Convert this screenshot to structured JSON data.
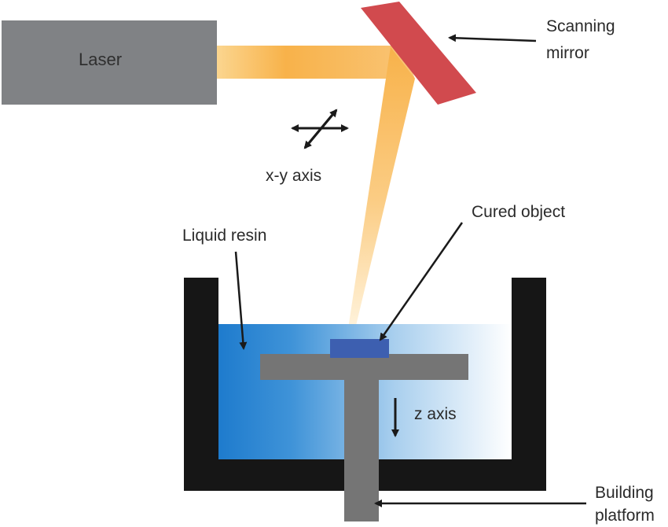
{
  "diagram": {
    "labels": {
      "laser": "Laser",
      "scanning_mirror_line1": "Scanning",
      "scanning_mirror_line2": "mirror",
      "xy_axis": "x-y axis",
      "cured_object": "Cured object",
      "liquid_resin": "Liquid resin",
      "z_axis": "z axis",
      "building_platform_line1": "Building",
      "building_platform_line2": "platform"
    },
    "colors": {
      "laser_box": "#808285",
      "beam_orange": "#f8b24a",
      "beam_pale": "#fde4b5",
      "mirror": "#d14a4e",
      "tank": "#161616",
      "resin_dark": "#1f7fd0",
      "resin_light": "#ffffff",
      "platform": "#757575",
      "cured_object": "#3d5fb0",
      "arrow": "#1a1a1a"
    }
  }
}
